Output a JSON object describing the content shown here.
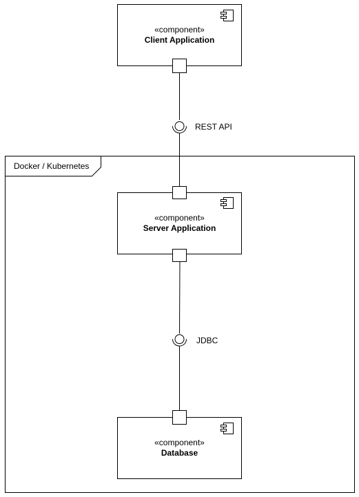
{
  "frame": {
    "title": "Docker / Kubernetes"
  },
  "components": {
    "client": {
      "stereotype": "«component»",
      "name": "Client Application"
    },
    "server": {
      "stereotype": "«component»",
      "name": "Server Application"
    },
    "database": {
      "stereotype": "«component»",
      "name": "Database"
    }
  },
  "interfaces": {
    "rest": {
      "label": "REST API"
    },
    "jdbc": {
      "label": "JDBC"
    }
  },
  "colors": {
    "stroke": "#000000",
    "fill": "#ffffff"
  }
}
